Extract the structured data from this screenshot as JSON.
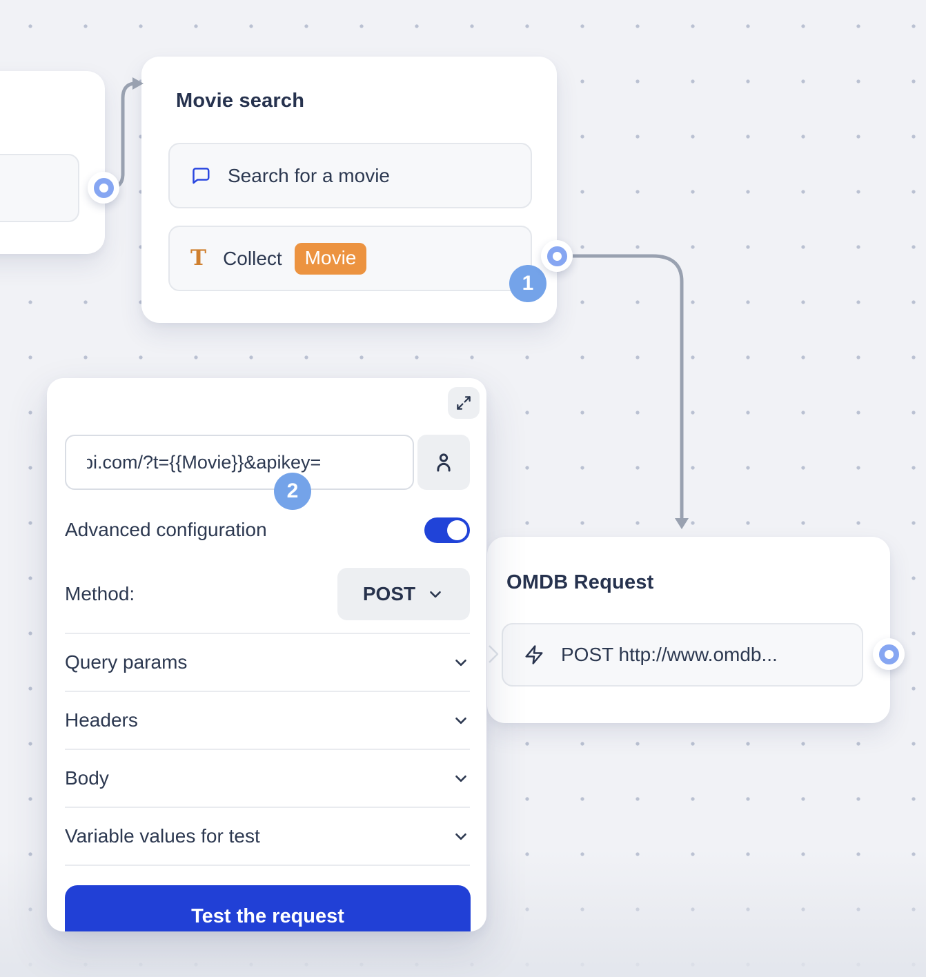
{
  "nodes": {
    "movie_search": {
      "title": "Movie search",
      "items": [
        {
          "icon": "chat-bubble-icon",
          "label": "Search for a movie"
        },
        {
          "icon": "text-input-icon",
          "label": "Collect",
          "variable_badge": "Movie"
        }
      ]
    },
    "omdb_request": {
      "title": "OMDB Request",
      "items": [
        {
          "icon": "lightning-icon",
          "label": "POST http://www.omdb..."
        }
      ]
    }
  },
  "step_badges": {
    "collect_step": "1",
    "url_step": "2"
  },
  "editor_panel": {
    "url_input_value": "pi.com/?t={{Movie}}&apikey=",
    "advanced_configuration_label": "Advanced configuration",
    "advanced_configuration_on": true,
    "method_label": "Method:",
    "method_value": "POST",
    "sections": [
      {
        "label": "Query params"
      },
      {
        "label": "Headers"
      },
      {
        "label": "Body"
      },
      {
        "label": "Variable values for test"
      }
    ],
    "test_button_label": "Test the request"
  },
  "colors": {
    "background": "#f1f2f6",
    "dot_grid": "#bac1d2",
    "accent_blue": "#2140d6",
    "step_badge_blue": "#74a3e9",
    "variable_badge_orange": "#ec9340",
    "port_ring_blue": "#86a6f2",
    "connector_gray": "#99a1b0",
    "text_dark": "#2c3850"
  }
}
